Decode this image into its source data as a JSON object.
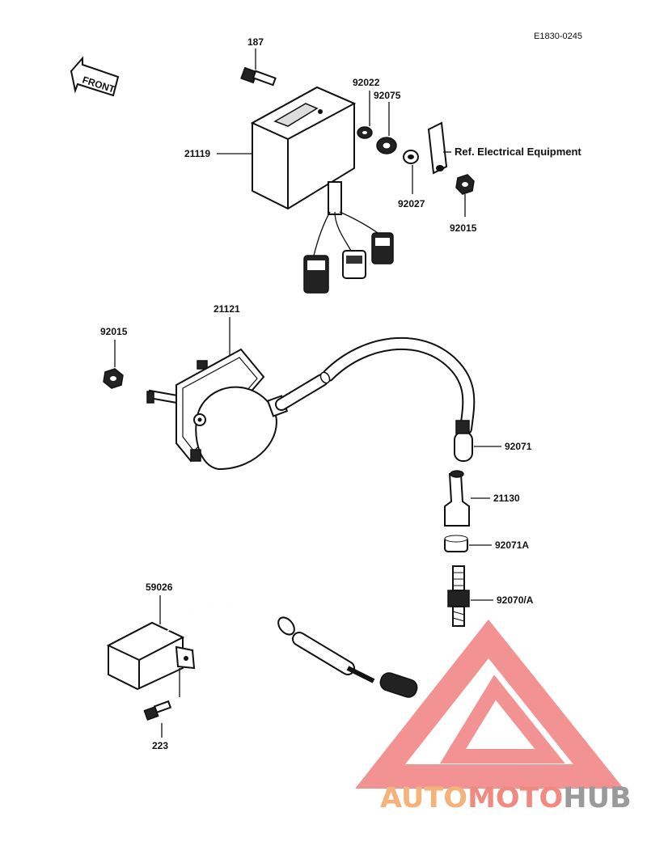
{
  "diagram_code": "E1830-0245",
  "front_label": "FRONT",
  "reference_text": "Ref. Electrical Equipment",
  "part_labels": {
    "p187": "187",
    "p92022": "92022",
    "p92075": "92075",
    "p21119": "21119",
    "p92027": "92027",
    "p92015_top": "92015",
    "p21121": "21121",
    "p92015_left": "92015",
    "p92071": "92071",
    "p21130": "21130",
    "p92071A": "92071A",
    "p92070A": "92070/A",
    "p59026": "59026",
    "p223": "223"
  },
  "watermark": {
    "part1": "AUTO",
    "part2": "MOTO",
    "part3": "HUB",
    "colors": {
      "auto": "#f5b27a",
      "moto": "#f08a80",
      "hub": "#9a9a9a",
      "logo": "#f07f7f"
    }
  }
}
